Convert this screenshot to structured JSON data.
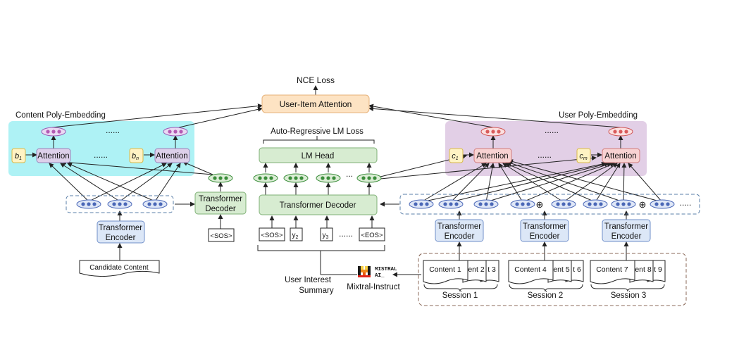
{
  "top": {
    "nce_loss": "NCE Loss",
    "user_item_attention": "User-Item Attention"
  },
  "content": {
    "panel_label": "Content Poly-Embedding",
    "dots": "......",
    "b1_sym": "b",
    "b1_sub": "1",
    "bn_sym": "b",
    "bn_sub": "n",
    "attention_label": "Attention",
    "encoder_line1": "Transformer",
    "encoder_line2": "Encoder",
    "decoder_line1": "Transformer",
    "decoder_line2": "Decoder",
    "sos_token": "<SOS>",
    "candidate": "Candidate Content"
  },
  "center": {
    "ar_loss": "Auto-Regressive LM Loss",
    "lm_head": "LM Head",
    "dots": "...",
    "decoder": "Transformer Decoder",
    "tokens": {
      "sos": "<SOS>",
      "y2_sym": "y",
      "y2_sub": "2",
      "y3_sym": "y",
      "y3_sub": "3",
      "dots": "......",
      "eos": "<EOS>"
    },
    "summary_line1": "User Interest",
    "summary_line2": "Summary",
    "mistral_line1": "MISTRAL",
    "mistral_line2": "AI_",
    "mixtral_instruct": "Mixtral-Instruct"
  },
  "user": {
    "panel_label": "User Poly-Embedding",
    "dots": "......",
    "c1_sym": "c",
    "c1_sub": "1",
    "cm_sym": "c",
    "cm_sub": "m",
    "attention_label": "Attention",
    "encoder_line1": "Transformer",
    "encoder_line2": "Encoder",
    "plus": "⊕",
    "row_dots": ".....",
    "sessions": [
      {
        "docs": [
          "Content 1",
          "ent 2",
          "t 3"
        ],
        "label": "Session 1"
      },
      {
        "docs": [
          "Content 4",
          "ent 5",
          "t 6"
        ],
        "label": "Session 2"
      },
      {
        "docs": [
          "Content 7",
          "ent 8",
          "t 9"
        ],
        "label": "Session 3"
      }
    ]
  },
  "colors": {
    "cyan_panel": "#aef2f5",
    "purple_panel": "#e2cfe6",
    "attention_purple": "#ddd0ea",
    "attention_red": "#f8d2d2",
    "green_block": "#d7ecd1",
    "blue_block": "#dce7f7",
    "orange_block": "#fde3c3",
    "yellow_box": "#fff3c4",
    "purple_dot": "#b35ab3",
    "red_dot": "#d95b5b",
    "green_dot": "#3a8d3a",
    "blue_dot": "#4a67b7",
    "mistral_orange": "#f08a1c"
  }
}
